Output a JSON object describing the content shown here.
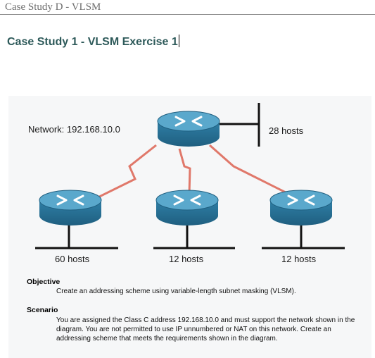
{
  "header": {
    "text": "Case Study D - VLSM"
  },
  "page": {
    "title": "Case Study 1 - VLSM Exercise 1"
  },
  "diagram": {
    "network_label": "Network: 192.168.10.0",
    "hosts": {
      "top": "28 hosts",
      "left": "60 hosts",
      "middle": "12 hosts",
      "right": "12 hosts"
    },
    "colors": {
      "router_fill": "#3f8fb5",
      "router_top": "#5aa8cc",
      "link": "#e0786a",
      "line": "#111111"
    }
  },
  "objective": {
    "heading": "Objective",
    "text": "Create an addressing scheme using variable-length subnet masking (VLSM)."
  },
  "scenario": {
    "heading": "Scenario",
    "text": "You are assigned the Class C address 192.168.10.0 and must support the network shown in the diagram. You are not permitted to use IP unnumbered or NAT on this network. Create an addressing scheme that meets the requirements shown in the diagram."
  }
}
